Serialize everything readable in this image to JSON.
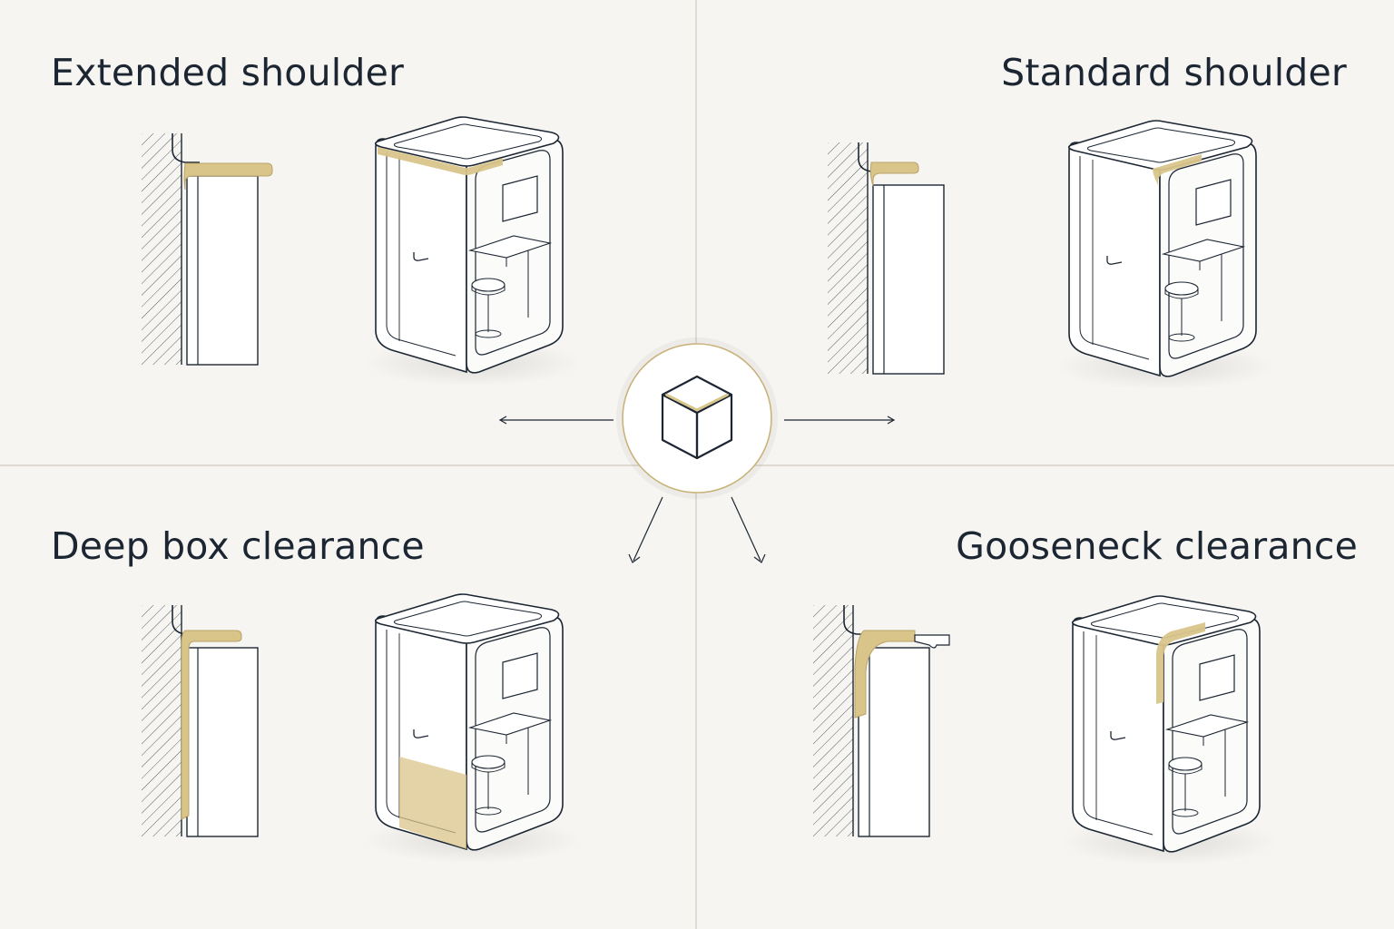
{
  "colors": {
    "background": "#f6f5f1",
    "ink": "#1c2633",
    "accent_gold": "#d9c48a",
    "divider": "#d6d2c9"
  },
  "panels": [
    {
      "id": "top-left",
      "title": "Extended shoulder"
    },
    {
      "id": "top-right",
      "title": "Standard shoulder"
    },
    {
      "id": "bottom-left",
      "title": "Deep box clearance"
    },
    {
      "id": "bottom-right",
      "title": "Gooseneck clearance"
    }
  ],
  "hub": {
    "icon": "cube-icon"
  }
}
